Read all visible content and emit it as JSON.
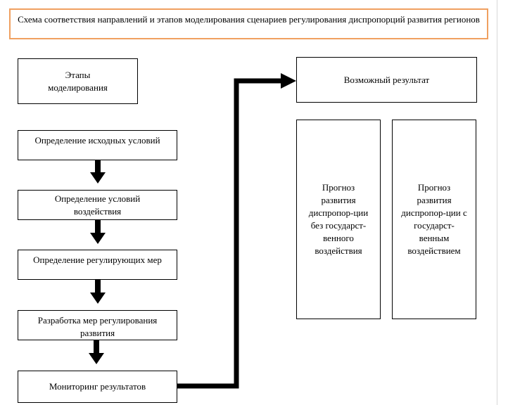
{
  "title": "Схема соответствия направлений и этапов моделирования сценариев регулирования диспропорций развития регионов",
  "stages_header": "Этапы моделирования",
  "result_header": "Возможный результат",
  "stages": [
    "Определение исходных условий",
    "Определение условий воздействия",
    "Определение регулирующих мер",
    "Разработка мер регулирования развития",
    "Мониторинг результатов"
  ],
  "forecasts": [
    "Прогноз развития диспропор-ции без государст-венного воздействия",
    "Прогноз развития диспропор-ции с государст-венным воздействием"
  ]
}
